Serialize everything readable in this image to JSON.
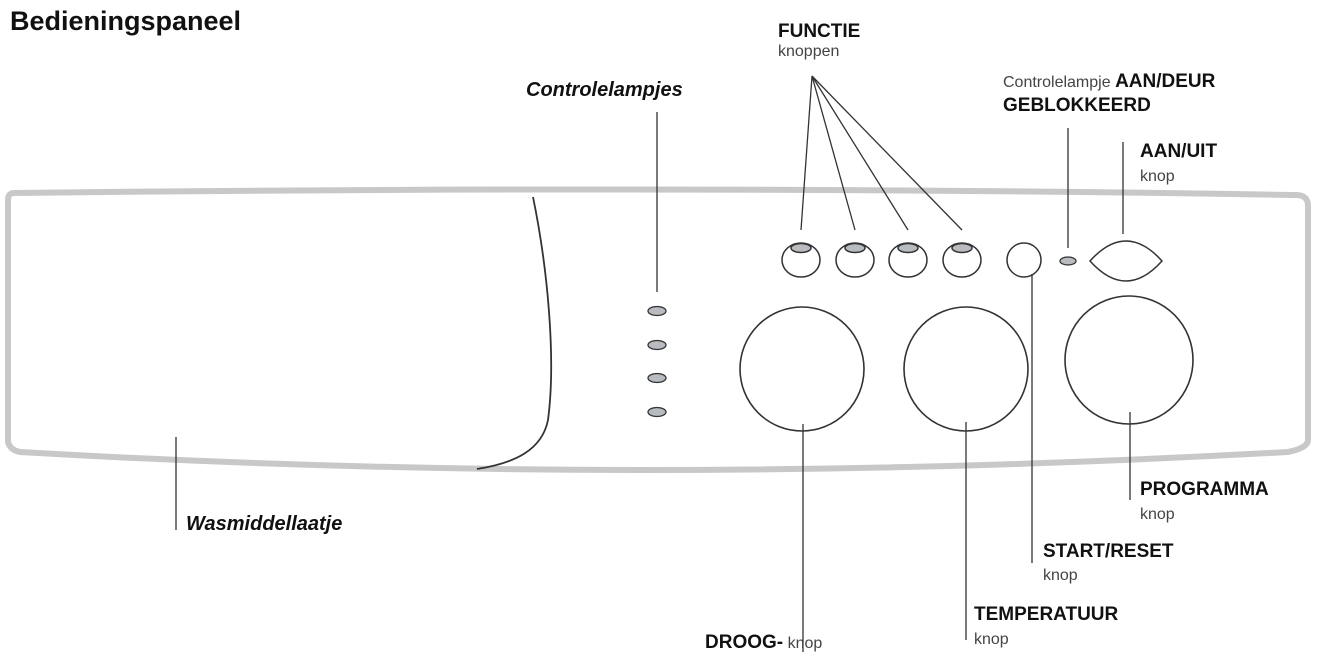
{
  "title": "Bedieningspaneel",
  "labels": {
    "functie": {
      "bold": "FUNCTIE",
      "sub": "knoppen"
    },
    "controlelampjes": {
      "text": "Controlelampjes"
    },
    "controlelampje_aan_deur": {
      "prefix": "Controlelampje",
      "bold1": "AAN/DEUR",
      "bold2": "GEBLOKKEERD"
    },
    "aan_uit": {
      "bold": "AAN/UIT",
      "sub": "knop"
    },
    "wasmiddellaatje": {
      "text": "Wasmiddellaatje"
    },
    "programma": {
      "bold": "PROGRAMMA",
      "sub": "knop"
    },
    "start_reset": {
      "bold": "START/RESET",
      "sub": "knop"
    },
    "temperatuur": {
      "bold": "TEMPERATUUR",
      "sub": "knop"
    },
    "droog": {
      "bold": "DROOG-",
      "sub": "knop"
    }
  },
  "colors": {
    "panel_outline": "#c8c8c8",
    "line": "#333333",
    "lamp_fill": "#b8bcc0"
  }
}
